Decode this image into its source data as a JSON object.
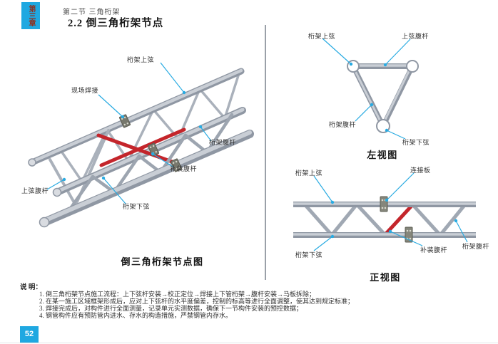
{
  "header": {
    "chapter_badge": "第三章",
    "section": "第二节 三角桁架",
    "title": "2.2 倒三角桁架节点"
  },
  "main_diagram": {
    "caption": "倒三角桁架节点图",
    "labels": [
      "桁架上弦",
      "现场焊接",
      "桁架腹杆",
      "补装腹杆",
      "上弦腹杆",
      "桁架下弦"
    ]
  },
  "left_view": {
    "caption": "左视图",
    "labels": [
      "桁架上弦",
      "上弦腹杆",
      "桁架腹杆",
      "桁架下弦"
    ]
  },
  "front_view": {
    "caption": "正视图",
    "labels": [
      "桁架上弦",
      "连接板",
      "桁架下弦",
      "补装腹杆",
      "桁架腹杆"
    ]
  },
  "notes": {
    "heading": "说 明：",
    "items": [
      "1. 倒三角桁架节点施工流程：上下弦杆安装→校正定位→焊接上下管桁架→腹杆安装→马板拆除；",
      "2. 在某一施工区域框架形成后，应对上下弦杆的水平度偏差，控制的标高等进行全面调整，使其达到规定标准；",
      "3. 焊接完成后，对构件进行全面测量，记录单元实测数据，确保下一节构件安装的预控数据；",
      "4. 钢管构件应有预防管内进水、存水的构造措施，严禁钢管内存水。"
    ]
  },
  "footer": {
    "page_number": "52"
  },
  "colors": {
    "accent_blue": "#1FA8E1",
    "leader_cyan": "#29ABE2",
    "member_red": "#C4252B",
    "badge_text_red": "#8B3425",
    "tube_gray": "#939BA7"
  }
}
